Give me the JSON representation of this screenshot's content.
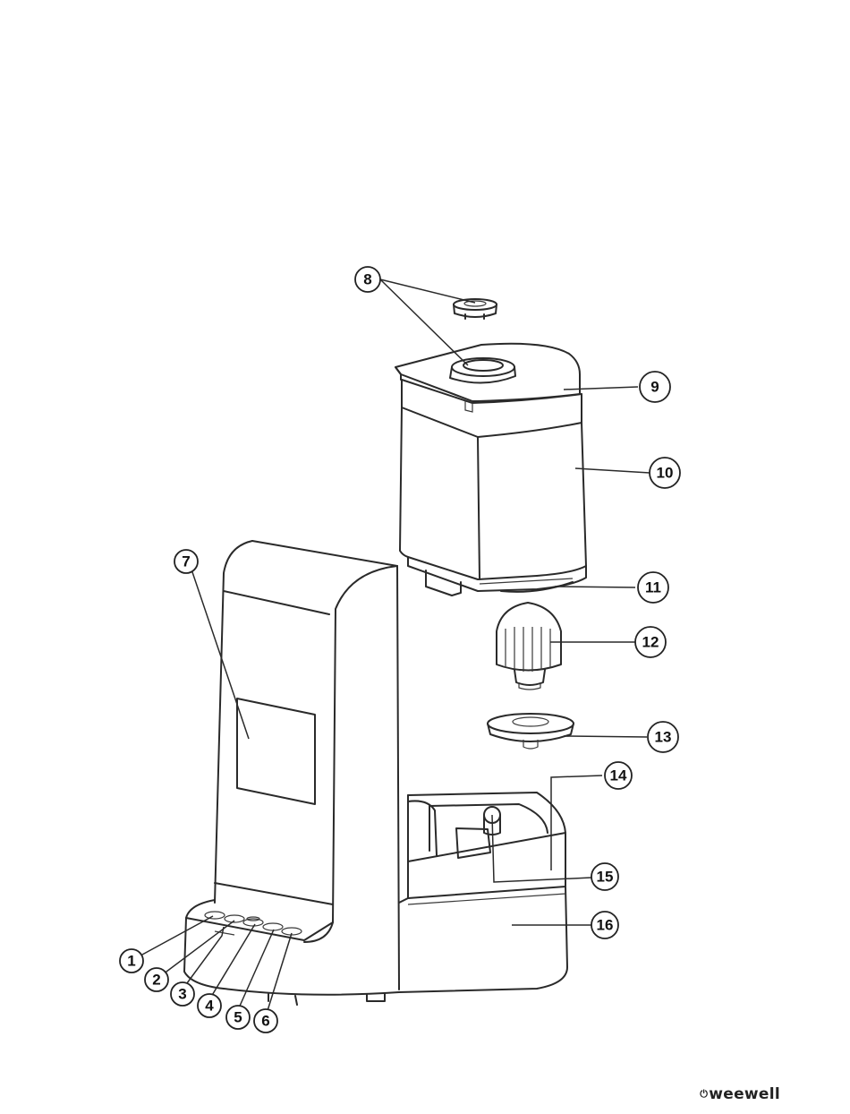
{
  "brand": {
    "name": "weewell",
    "logo_icon": "power-droplet-icon"
  },
  "callouts": [
    {
      "id": "1",
      "label": "1"
    },
    {
      "id": "2",
      "label": "2"
    },
    {
      "id": "3",
      "label": "3"
    },
    {
      "id": "4",
      "label": "4"
    },
    {
      "id": "5",
      "label": "5"
    },
    {
      "id": "6",
      "label": "6"
    },
    {
      "id": "7",
      "label": "7"
    },
    {
      "id": "8",
      "label": "8"
    },
    {
      "id": "9",
      "label": "9"
    },
    {
      "id": "10",
      "label": "10"
    },
    {
      "id": "11",
      "label": "11"
    },
    {
      "id": "12",
      "label": "12"
    },
    {
      "id": "13",
      "label": "13"
    },
    {
      "id": "14",
      "label": "14"
    },
    {
      "id": "15",
      "label": "15"
    },
    {
      "id": "16",
      "label": "16"
    }
  ]
}
